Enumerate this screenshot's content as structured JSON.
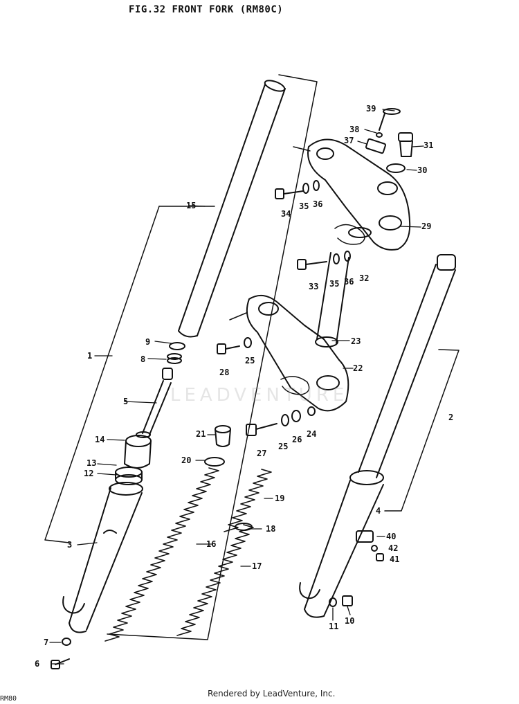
{
  "title": "FIG.32  FRONT FORK (RM80C)",
  "footer": "Rendered by LeadVenture, Inc.",
  "corner_text": "RM80",
  "watermark": "LEADVENTURE",
  "colors": {
    "ink": "#111111",
    "paper": "#ffffff"
  },
  "part_numbers": [
    "1",
    "2",
    "3",
    "4",
    "5",
    "6",
    "7",
    "8",
    "9",
    "10",
    "11",
    "12",
    "13",
    "14",
    "15",
    "16",
    "17",
    "18",
    "19",
    "20",
    "21",
    "22",
    "23",
    "24",
    "25",
    "26",
    "27",
    "28",
    "29",
    "30",
    "31",
    "32",
    "33",
    "34",
    "35",
    "36",
    "37",
    "38",
    "39",
    "40",
    "41",
    "42"
  ],
  "callouts": {
    "c1": "1",
    "c2": "2",
    "c3": "3",
    "c4": "4",
    "c5": "5",
    "c6": "6",
    "c7": "7",
    "c8": "8",
    "c9": "9",
    "c10": "10",
    "c11": "11",
    "c12": "12",
    "c13": "13",
    "c14": "14",
    "c15": "15",
    "c16": "16",
    "c17": "17",
    "c18": "18",
    "c19": "19",
    "c20": "20",
    "c21": "21",
    "c22": "22",
    "c23": "23",
    "c24": "24",
    "c25a": "25",
    "c25b": "25",
    "c26": "26",
    "c27": "27",
    "c28": "28",
    "c29": "29",
    "c30": "30",
    "c31": "31",
    "c32": "32",
    "c33": "33",
    "c34": "34",
    "c35a": "35",
    "c35b": "35",
    "c36a": "36",
    "c36b": "36",
    "c37": "37",
    "c38": "38",
    "c39": "39",
    "c40": "40",
    "c41": "41",
    "c42": "42"
  }
}
